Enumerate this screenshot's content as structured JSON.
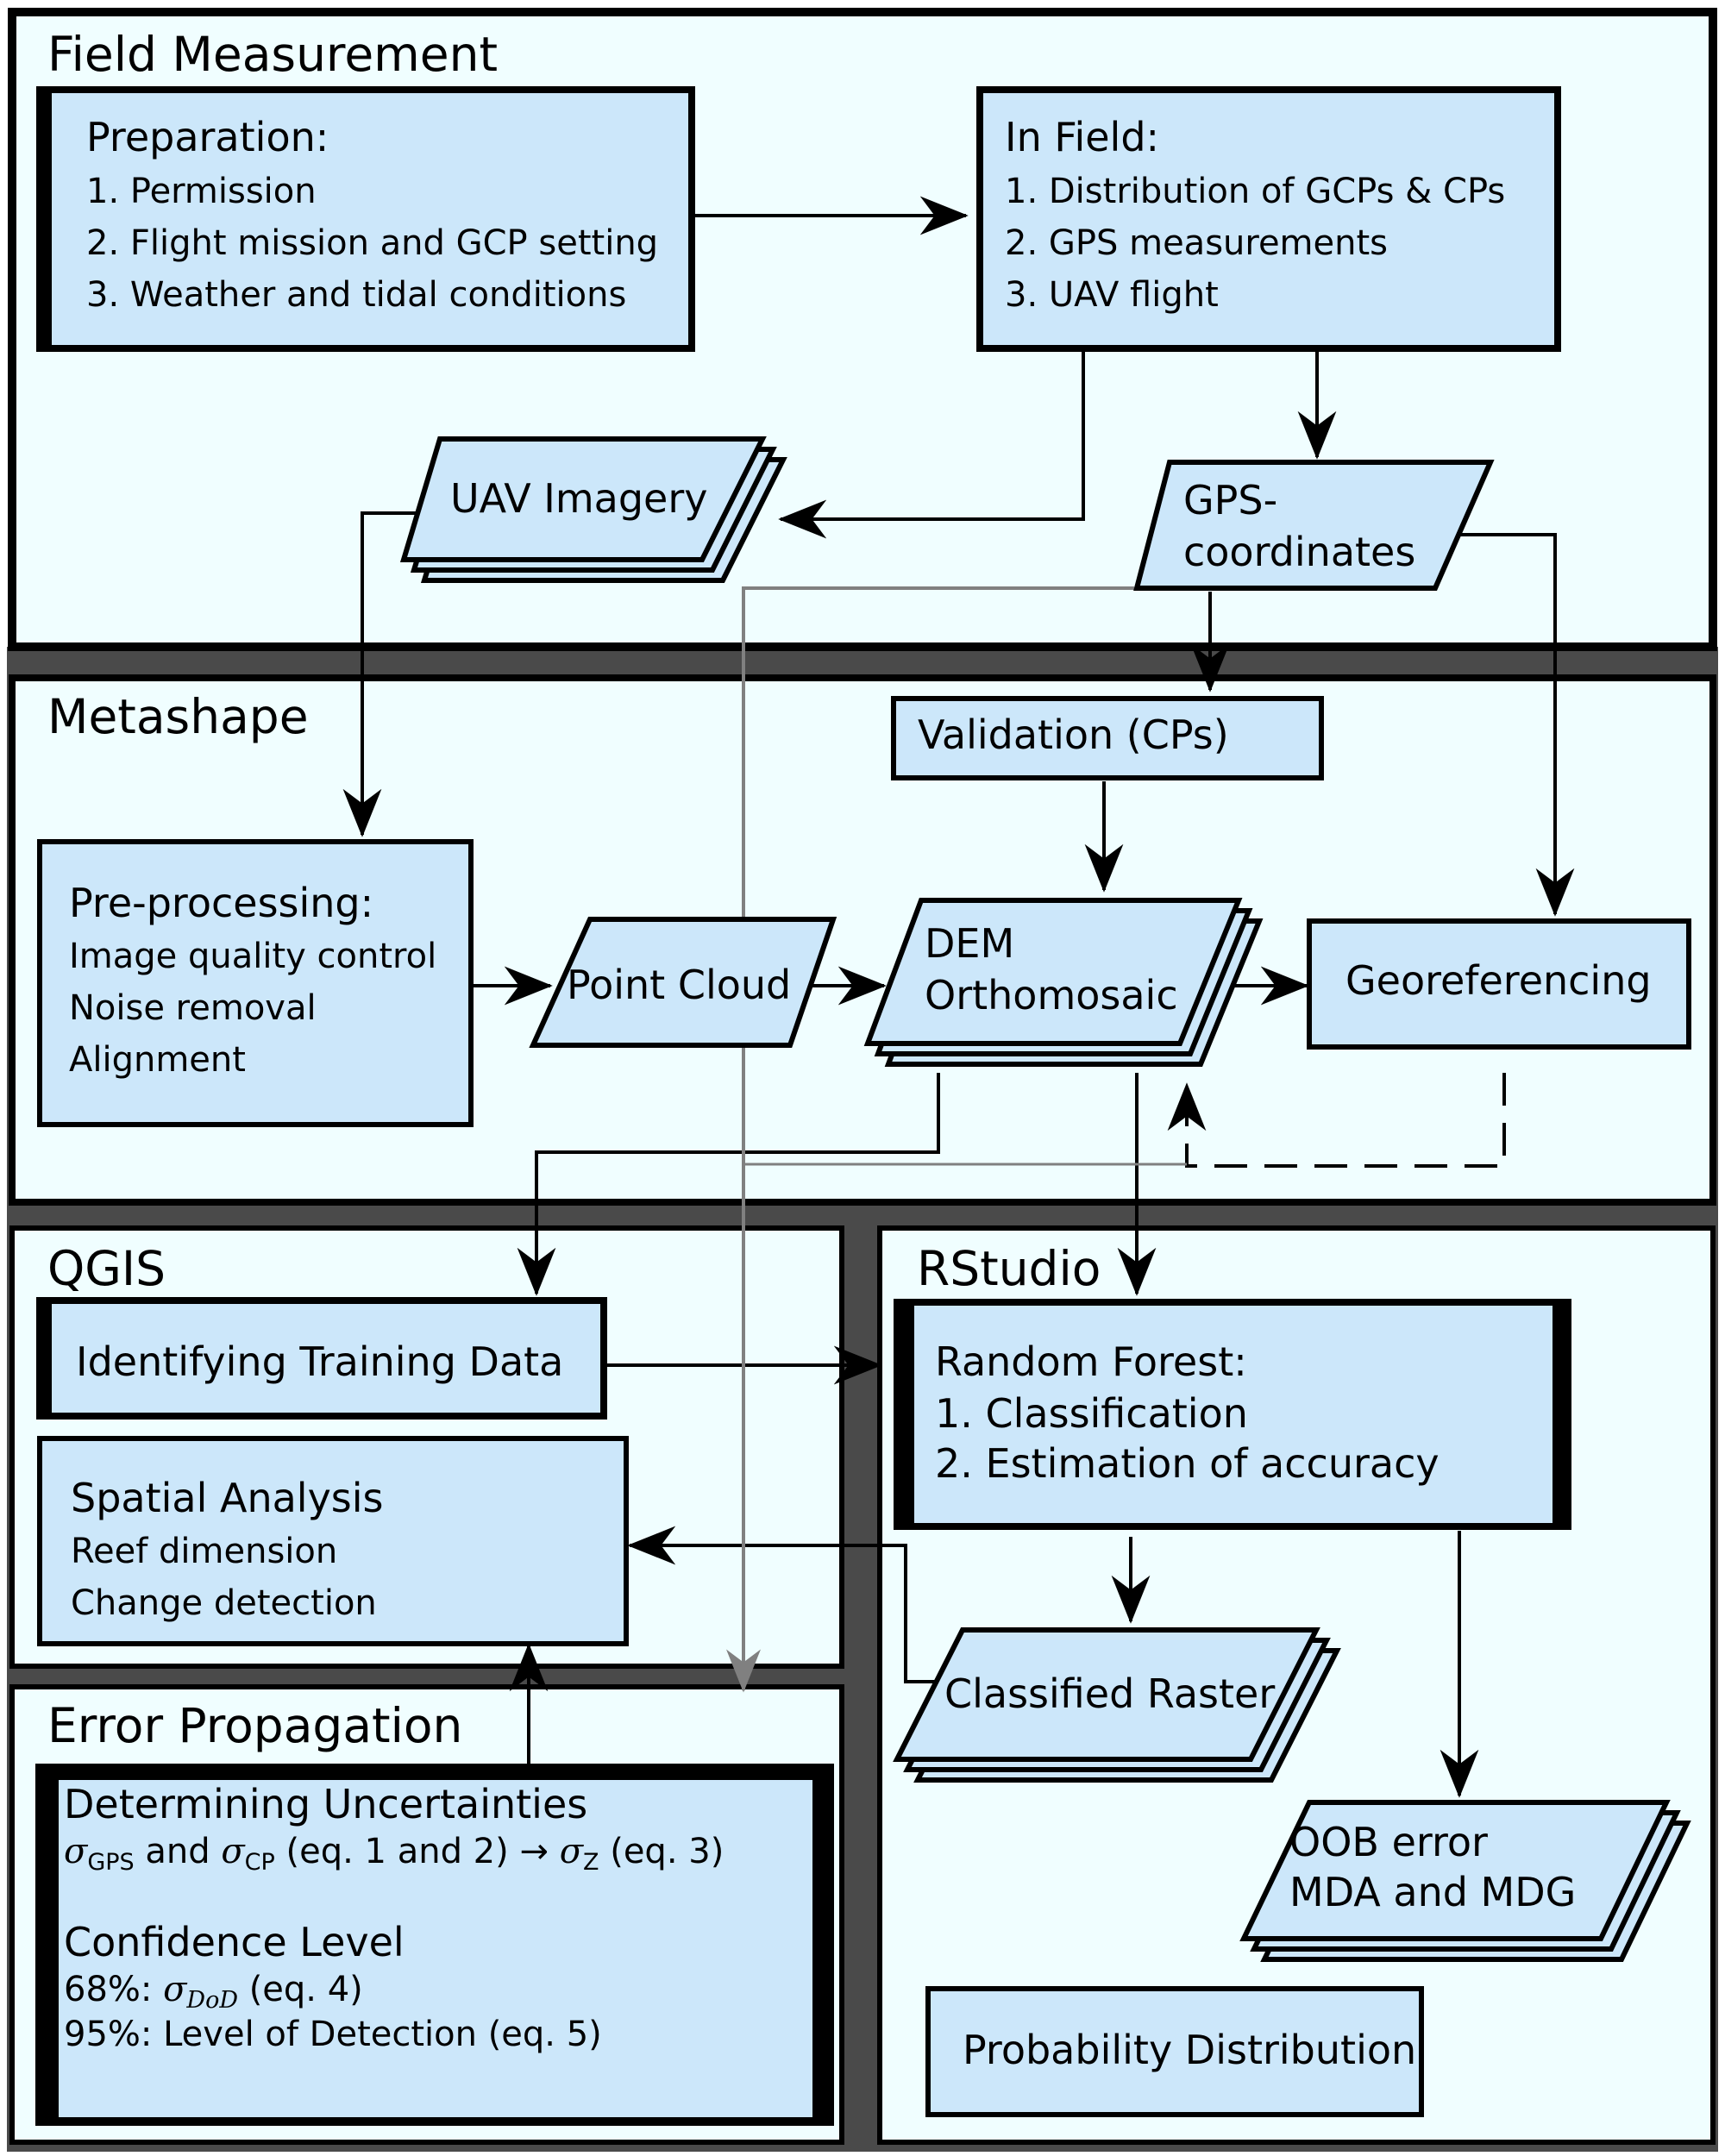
{
  "sections": {
    "field": "Field Measurement",
    "metashape": "Metashape",
    "qgis": "QGIS",
    "rstudio": "RStudio",
    "error": "Error Propagation"
  },
  "preparation": {
    "title": "Preparation:",
    "items": [
      "1. Permission",
      "2. Flight mission and GCP setting",
      "3. Weather and tidal conditions"
    ]
  },
  "in_field": {
    "title": "In Field:",
    "items": [
      "1. Distribution of GCPs & CPs",
      "2. GPS measurements",
      "3. UAV flight"
    ]
  },
  "uav_imagery": "UAV Imagery",
  "gps_coordinates": [
    "GPS-",
    "coordinates"
  ],
  "validation": "Validation (CPs)",
  "preprocessing": {
    "title": "Pre-processing:",
    "items": [
      "Image quality control",
      "Noise removal",
      "Alignment"
    ]
  },
  "point_cloud": "Point Cloud",
  "dem_ortho": [
    "DEM",
    "Orthomosaic"
  ],
  "georeferencing": "Georeferencing",
  "training": "Identifying Training Data",
  "spatial": {
    "title": "Spatial Analysis",
    "items": [
      "Reef dimension",
      "Change detection"
    ]
  },
  "random_forest": {
    "title": "Random Forest:",
    "items": [
      "1. Classification",
      "2. Estimation of accuracy"
    ]
  },
  "classified_raster": "Classified Raster",
  "oob": [
    "OOB error",
    "MDA and MDG"
  ],
  "probability": "Probability Distribution",
  "uncertainty": {
    "title": "Determining Uncertainties",
    "sigma": "σ",
    "gps_sub": "GPS",
    "and_text": " and ",
    "cp_sub": "CP",
    "eq12": " (eq. 1 and 2) → ",
    "z_sub": "Z",
    "eq3": " (eq. 3)",
    "confidence_title": "Confidence Level",
    "c68_prefix": "68%: ",
    "dod_sub": "DoD",
    "c68_suffix": " (eq. 4)",
    "c95": "95%: Level of Detection (eq. 5)"
  },
  "colors": {
    "panel_bg": "#f0feff",
    "box_fill": "#cce7fa",
    "frame": "#4a4a4a",
    "gray_arrow": "#808080"
  }
}
